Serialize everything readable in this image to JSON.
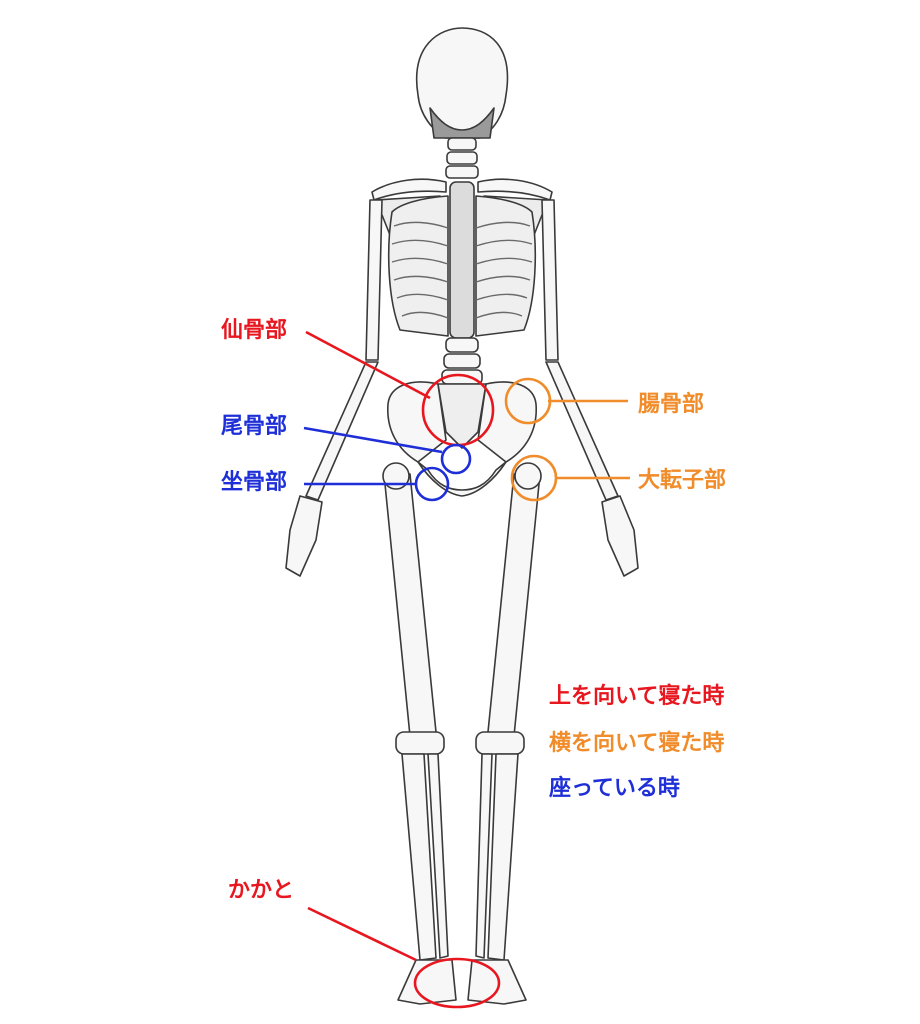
{
  "colors": {
    "red": "#e8161f",
    "orange": "#f08c2a",
    "blue": "#1f2fd8",
    "bone_fill": "#f7f7f7",
    "bone_stroke": "#3a3a3a",
    "bone_shadow": "#9a9a9a"
  },
  "labels": {
    "sacrum": "仙骨部",
    "coccyx": "尾骨部",
    "ischium": "坐骨部",
    "ilium": "腸骨部",
    "trochanter": "大転子部",
    "heel": "かかと"
  },
  "legend": {
    "supine": "上を向いて寝た時",
    "lateral": "横を向いて寝た時",
    "sitting": "座っている時"
  }
}
